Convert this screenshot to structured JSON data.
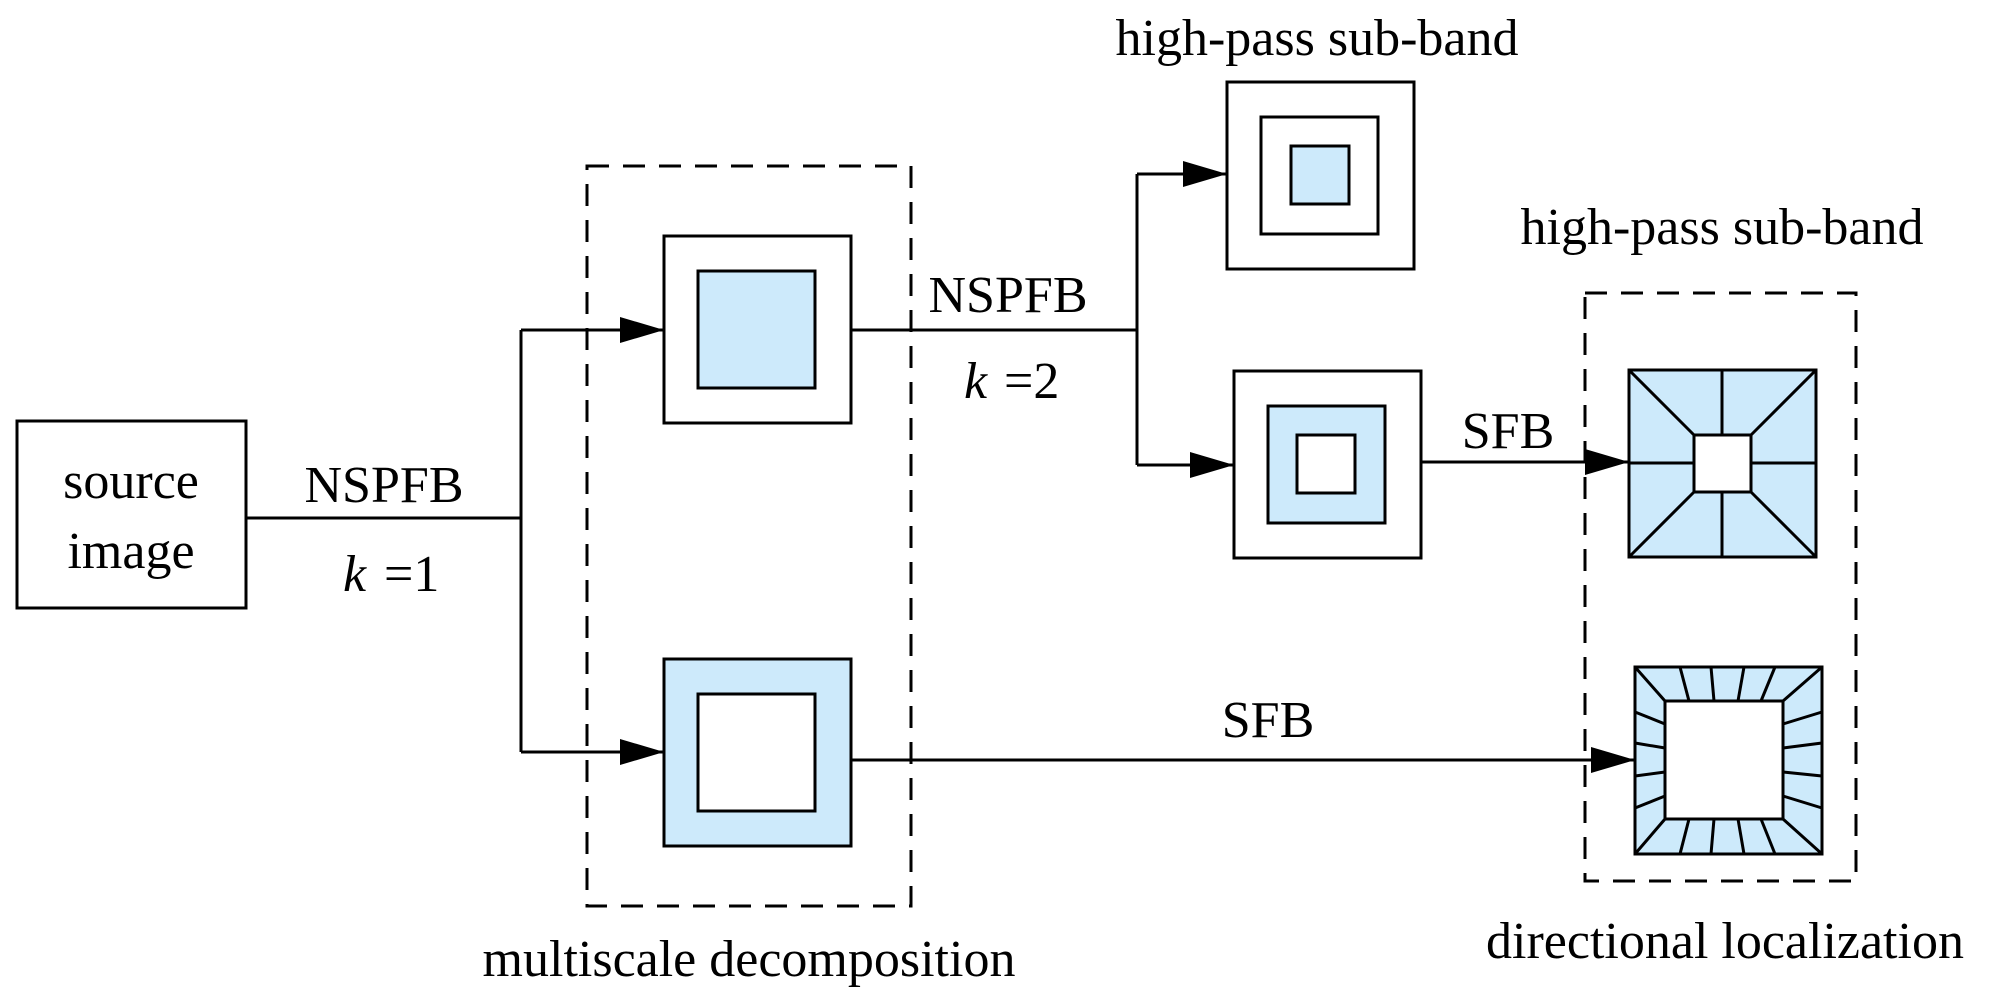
{
  "labels": {
    "source_line1": "source",
    "source_line2": "image",
    "nspfb": "NSPFB",
    "k": "k",
    "eq1": "=1",
    "eq2": "=2",
    "sfb": "SFB",
    "high_pass": "high-pass sub-band",
    "multiscale": "multiscale decomposition",
    "directional": "directional localization"
  },
  "colors": {
    "fill": "#cdeafb",
    "stroke": "#000000",
    "background": "#ffffff"
  }
}
